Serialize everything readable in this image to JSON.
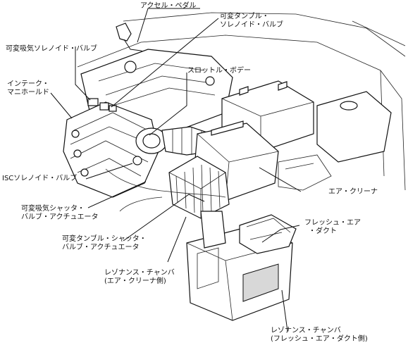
{
  "labels": {
    "accel_pedal": "アクセル・ペダル",
    "var_tumble_solenoid_1": "可変タンブル・",
    "var_tumble_solenoid_2": "ソレノイド・バルブ",
    "var_intake_solenoid": "可変吸気ソレノイド・バルブ",
    "throttle_body": "スロットル・ボデー",
    "intake_manifold_1": "インテーク・",
    "intake_manifold_2": "マニホールド",
    "isc_solenoid": "ISCソレノイド・バルブ",
    "air_cleaner": "エア・クリーナ",
    "var_intake_shutter_1": "可変吸気シャッタ・",
    "var_intake_shutter_2": "バルブ・アクチュエータ",
    "fresh_air_duct_1": "フレッシュ・エア",
    "fresh_air_duct_2": "・ダクト",
    "var_tumble_shutter_1": "可変タンブル・シャッタ・",
    "var_tumble_shutter_2": "バルブ・アクチュエータ",
    "resonance_ac_1": "レゾナンス・チャンバ",
    "resonance_ac_2": "(エア・クリーナ側)",
    "resonance_fd_1": "レゾナンス・チャンバ",
    "resonance_fd_2": "(フレッシュ・エア・ダクト側)"
  }
}
